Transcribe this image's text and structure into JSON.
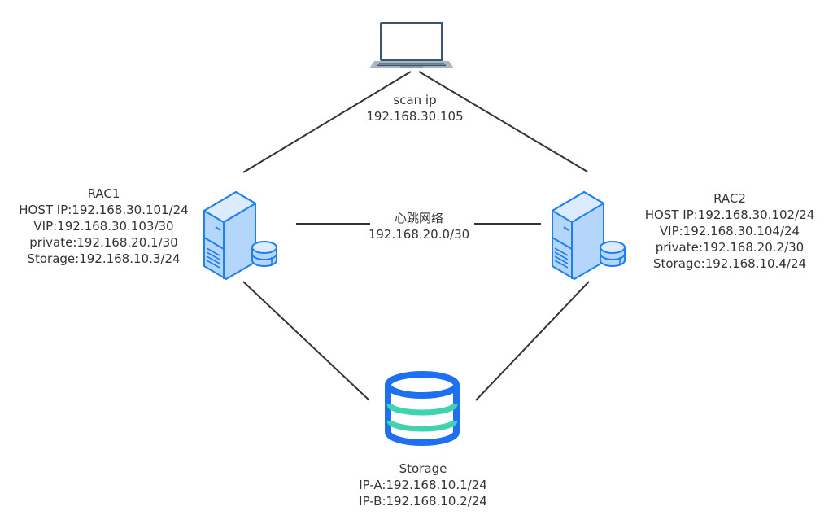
{
  "diagram": {
    "title": "Oracle RAC network topology",
    "nodes": {
      "client": {
        "icon": "laptop-icon",
        "lines": [
          "scan ip",
          "192.168.30.105"
        ]
      },
      "rac1": {
        "icon": "server-database-icon",
        "lines": [
          "RAC1",
          "HOST IP:192.168.30.101/24",
          "VIP:192.168.30.103/30",
          "private:192.168.20.1/30",
          "Storage:192.168.10.3/24"
        ]
      },
      "rac2": {
        "icon": "server-database-icon",
        "lines": [
          "RAC2",
          "HOST IP:192.168.30.102/24",
          "VIP:192.168.30.104/24",
          "private:192.168.20.2/30",
          "Storage:192.168.10.4/24"
        ]
      },
      "storage": {
        "icon": "database-icon",
        "lines": [
          "Storage",
          "IP-A:192.168.10.1/24",
          "IP-B:192.168.10.2/24"
        ]
      }
    },
    "edges": [
      {
        "from": "client",
        "to": "rac1",
        "label": []
      },
      {
        "from": "client",
        "to": "rac2",
        "label": []
      },
      {
        "from": "rac1",
        "to": "rac2",
        "label": [
          "心跳网络",
          "192.168.20.0/30"
        ]
      },
      {
        "from": "rac1",
        "to": "storage",
        "label": []
      },
      {
        "from": "rac2",
        "to": "storage",
        "label": []
      }
    ],
    "colors": {
      "line": "#333333",
      "server_stroke": "#1e7ff0",
      "server_fill": "#b5d6fb",
      "db_stroke": "#1f6ff2",
      "db_band": "#3fd3b0",
      "laptop_frame": "#3d5470",
      "laptop_base": "#a9b7c3"
    }
  }
}
